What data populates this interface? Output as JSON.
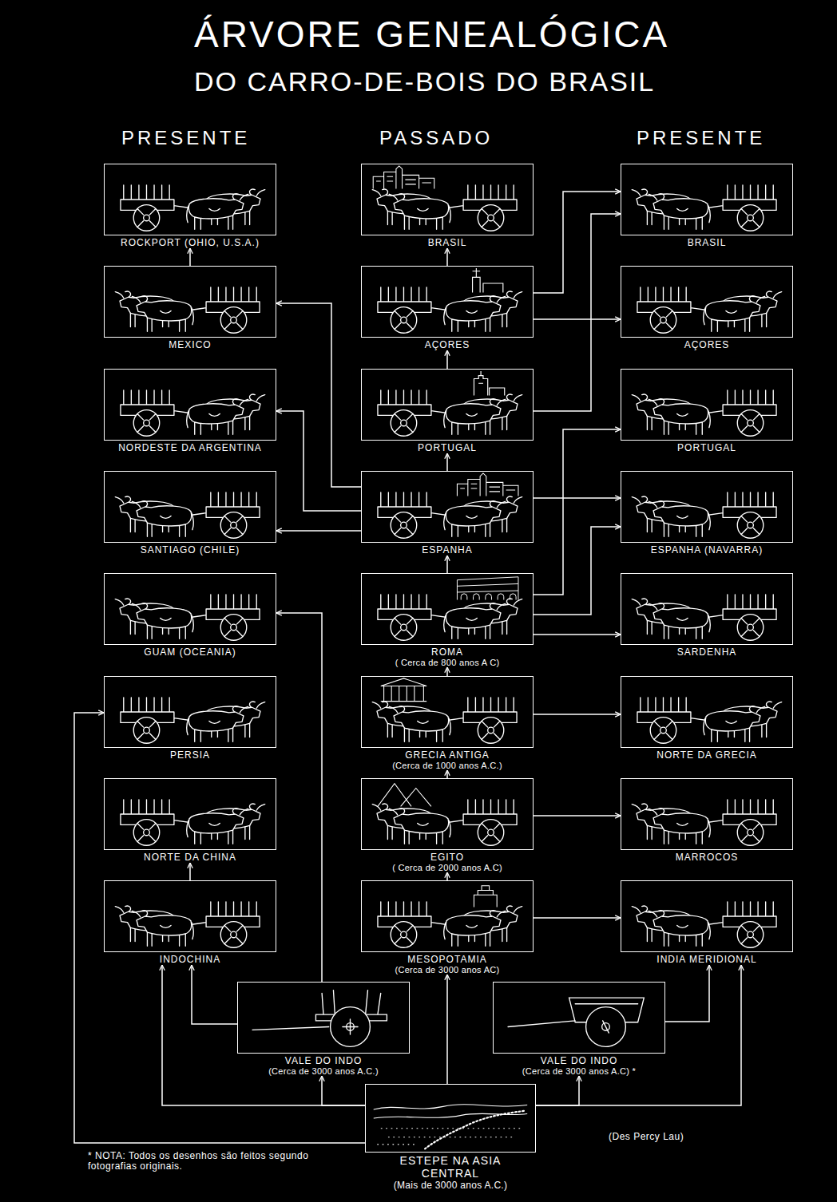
{
  "diagram": {
    "title": "ÁRVORE GENEALÓGICA",
    "nodes": [
      {
        "text": [
          "ROCKPORT (OHIO, U.S.A.)"
        ]
      },
      {
        "text": [
          "BRASIL"
        ]
      },
      {
        "text": [
          "BRASIL"
        ]
      },
      {
        "text": [
          "MEXICO"
        ]
      },
      {
        "text": [
          "AÇORES"
        ]
      },
      {
        "text": [
          "AÇORES"
        ]
      },
      {
        "text": [
          "NORDESTE DA ARGENTINA"
        ]
      },
      {
        "text": [
          "PORTUGAL"
        ]
      },
      {
        "text": [
          "PORTUGAL"
        ]
      },
      {
        "text": [
          "SANTIAGO (CHILE)"
        ]
      },
      {
        "text": [
          "ESPANHA"
        ]
      },
      {
        "text": [
          "ESPANHA (NAVARRA)"
        ]
      },
      {
        "text": [
          "GUAM (OCEANIA)"
        ]
      },
      {
        "text": [
          "ROMA",
          "( Cerca de 800 anos A C)"
        ]
      },
      {
        "text": [
          "SARDENHA"
        ]
      },
      {
        "text": [
          "PERSIA"
        ]
      },
      {
        "text": [
          "GRECIA ANTIGA",
          "(Cerca de 1000 anos A.C.)"
        ]
      },
      {
        "text": [
          "NORTE DA GRECIA"
        ]
      },
      {
        "text": [
          "NORTE DA CHINA"
        ]
      },
      {
        "text": [
          "EGITO",
          "( Cerca de 2000 anos A.C)"
        ]
      },
      {
        "text": [
          "MARROCOS"
        ]
      },
      {
        "text": [
          "INDOCHINA"
        ]
      },
      {
        "text": [
          "MESOPOTAMIA",
          "(Cerca de 3000 anos AC)"
        ]
      },
      {
        "text": [
          "INDIA MERIDIONAL"
        ]
      },
      {
        "text": [
          "VALE DO INDO",
          "(Cerca de 3000 anos A.C.)"
        ]
      },
      {
        "text": [
          "VALE DO INDO",
          "(Cerca de 3000 anos A.C) *"
        ]
      },
      {
        "text": [
          "ESTEPE NA ASIA CENTRAL",
          "(Mais de 3000 anos A.C.)"
        ]
      }
    ],
    "edges": [
      {
        "from": 26,
        "to": 24,
        "arrow": "to"
      },
      {
        "from": 26,
        "to": 25,
        "arrow": "to"
      },
      {
        "from": 26,
        "to": 22,
        "arrow": "to"
      },
      {
        "from": 26,
        "to": 21,
        "arrow": "to"
      },
      {
        "from": 26,
        "to": 15,
        "arrow": "to"
      },
      {
        "from": 26,
        "to": 23,
        "arrow": "to"
      },
      {
        "from": 24,
        "to": 21,
        "arrow": "to"
      },
      {
        "from": 24,
        "to": 12,
        "arrow": "to"
      },
      {
        "from": 25,
        "to": 23,
        "arrow": "to"
      },
      {
        "from": 21,
        "to": 18,
        "arrow": "to"
      },
      {
        "from": 22,
        "to": 19,
        "arrow": "to"
      },
      {
        "from": 19,
        "to": 16,
        "arrow": "to"
      },
      {
        "from": 16,
        "to": 13,
        "arrow": "to"
      },
      {
        "from": 13,
        "to": 10,
        "arrow": "to"
      },
      {
        "from": 10,
        "to": 7,
        "arrow": "to"
      },
      {
        "from": 7,
        "to": 4,
        "arrow": "to"
      },
      {
        "from": 4,
        "to": 1,
        "arrow": "to"
      },
      {
        "from": 22,
        "to": 23,
        "arrow": "to"
      },
      {
        "from": 19,
        "to": 20,
        "arrow": "to"
      },
      {
        "from": 16,
        "to": 17,
        "arrow": "to"
      },
      {
        "from": 13,
        "to": 14,
        "arrow": "to"
      },
      {
        "from": 13,
        "to": 8,
        "arrow": "to"
      },
      {
        "from": 13,
        "to": 11,
        "arrow": "to"
      },
      {
        "from": 10,
        "to": 11,
        "arrow": "to"
      },
      {
        "from": 4,
        "to": 5,
        "arrow": "to"
      },
      {
        "from": 4,
        "to": 2,
        "arrow": "to"
      },
      {
        "from": 7,
        "to": 2,
        "arrow": "to"
      },
      {
        "from": 10,
        "to": 3,
        "arrow": "to"
      },
      {
        "from": 10,
        "to": 6,
        "arrow": "to"
      },
      {
        "from": 10,
        "to": 9,
        "arrow": "to"
      },
      {
        "from": 3,
        "to": 0,
        "arrow": "to"
      }
    ],
    "labels": [
      "DO CARRO-DE-BOIS DO BRASIL",
      "PRESENTE",
      "PASSADO",
      "PRESENTE",
      "* NOTA: Todos os desenhos são feitos segundo fotografias originais.",
      "(Des Percy Lau)"
    ]
  }
}
